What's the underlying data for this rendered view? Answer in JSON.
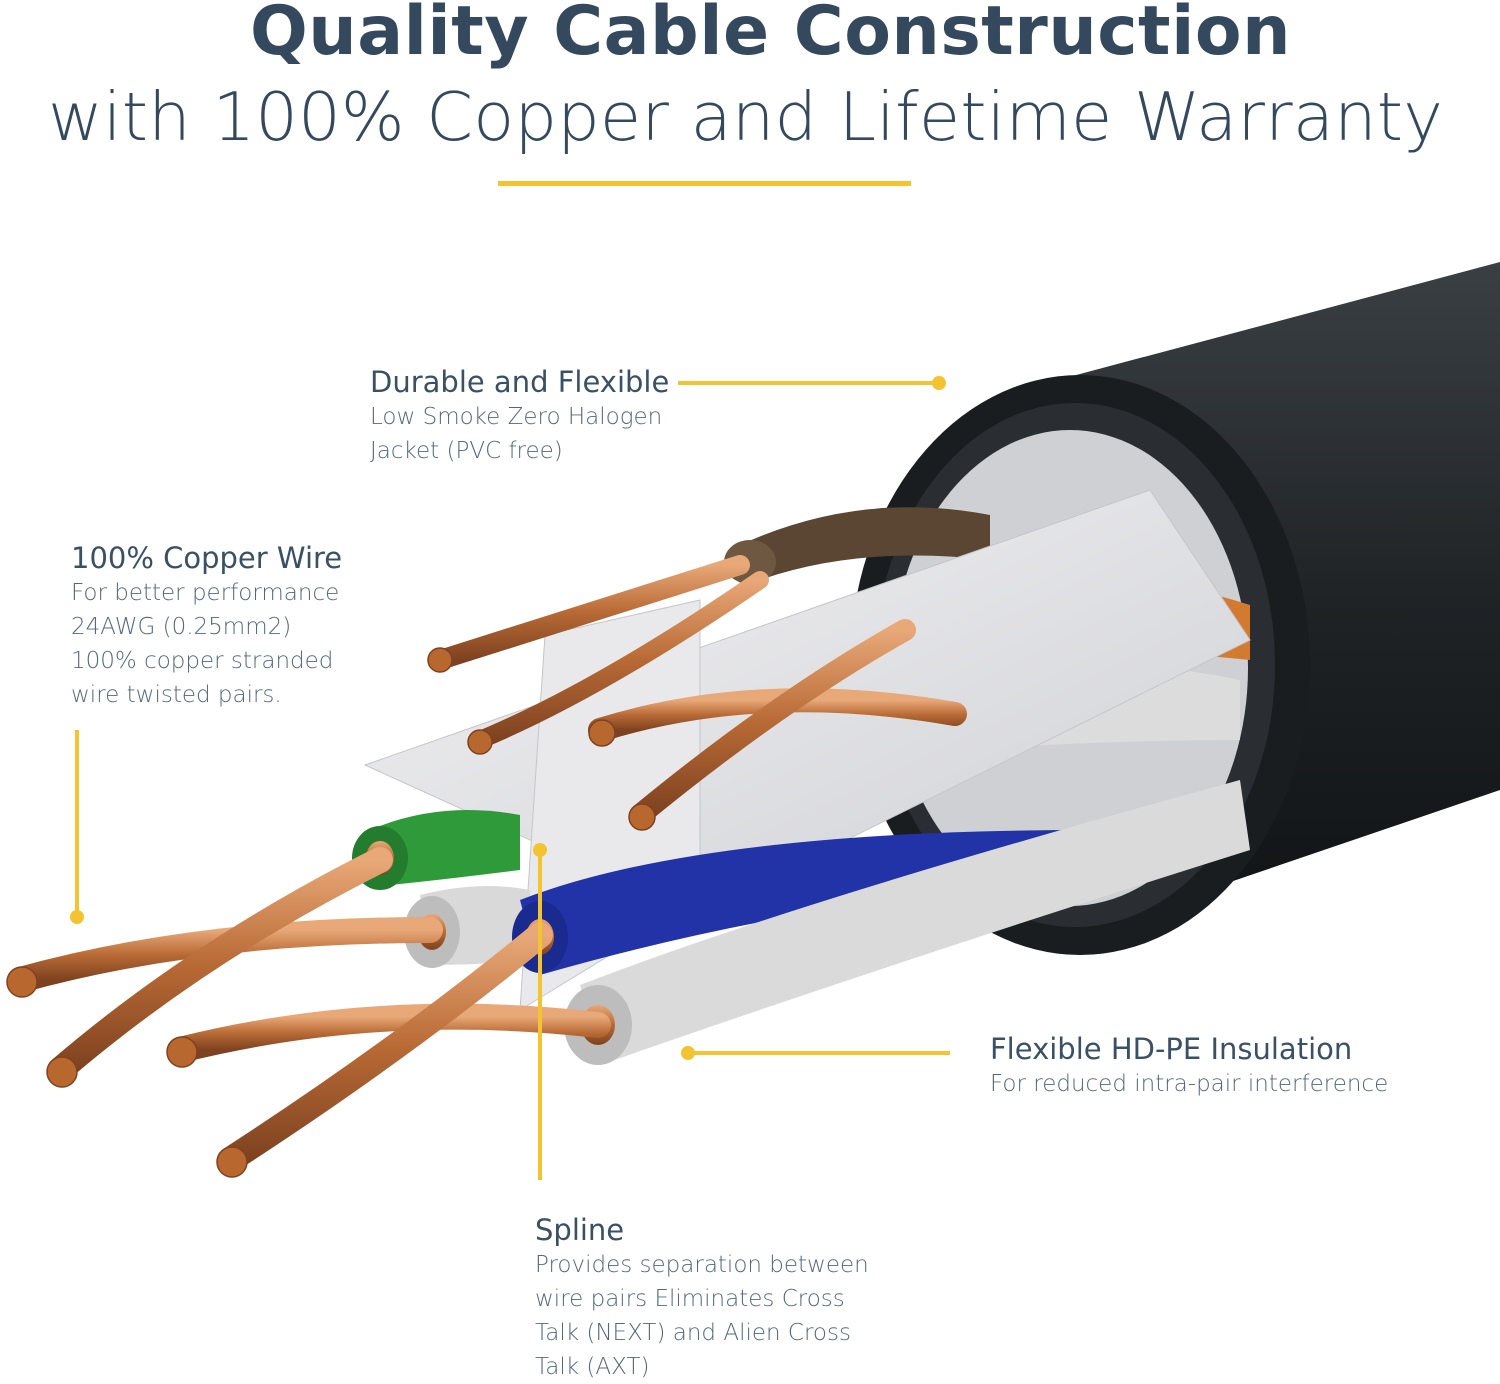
{
  "header": {
    "title": "Quality Cable Construction",
    "subtitle": "with 100% Copper and Lifetime Warranty"
  },
  "callouts": {
    "jacket": {
      "title": "Durable and Flexible",
      "lines": [
        "Low Smoke Zero Halogen",
        "Jacket (PVC free)"
      ]
    },
    "copper": {
      "title": "100% Copper Wire",
      "lines": [
        "For better performance",
        "24AWG (0.25mm2)",
        "100% copper stranded",
        "wire twisted pairs."
      ]
    },
    "insulation": {
      "title": "Flexible HD-PE Insulation",
      "lines": [
        "For reduced intra-pair interference"
      ]
    },
    "spline": {
      "title": "Spline",
      "lines": [
        "Provides separation between",
        "wire pairs Eliminates Cross",
        "Talk (NEXT) and Alien Cross",
        "Talk (AXT)"
      ]
    }
  },
  "colors": {
    "accent": "#f4c430",
    "title_text": "#34495e",
    "jacket": "#1f2326",
    "copper": "#c0703a",
    "wire_green": "#2e9a3a",
    "wire_blue": "#2233a8",
    "wire_orange": "#d27a30",
    "wire_brown": "#5a4632",
    "insulation_white": "#dcdcdc",
    "spline": "#e6e6e9"
  }
}
